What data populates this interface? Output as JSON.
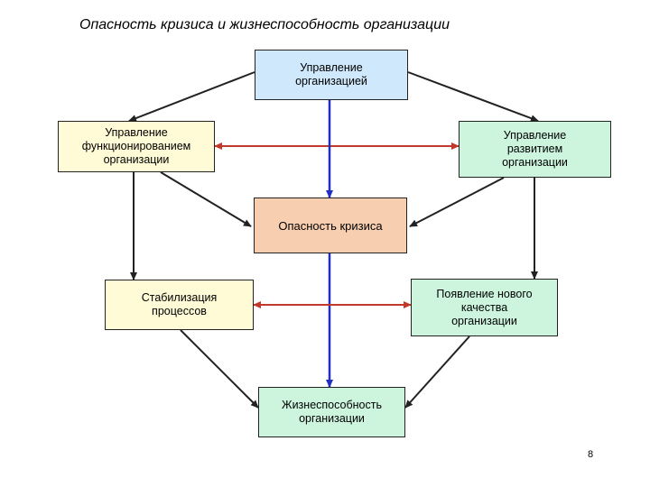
{
  "title": "Опасность кризиса и жизнеспособность организации",
  "nodes": {
    "top": "Управление\nорганизацией",
    "left": "Управление\nфункционированием\nорганизации",
    "right": "Управление\nразвитием\nорганизации",
    "center": "Опасность кризиса",
    "stab": "Стабилизация\nпроцессов",
    "newq": "Появление нового\nкачества\nорганизации",
    "bottom": "Жизнеспособность\nорганизации"
  },
  "page_number": "8",
  "colors": {
    "blue_box": "#cfe8fb",
    "yellow_box": "#fffbd6",
    "green_box": "#cdf5de",
    "peach_box": "#f8ceb0",
    "blue_arrow": "#1f2fbf",
    "red_arrow": "#c0392b",
    "black_arrow": "#222222"
  }
}
